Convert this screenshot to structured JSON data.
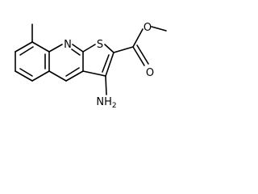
{
  "molecule": {
    "atoms": {
      "nitrogen_ring": "N",
      "sulfur": "S",
      "ester_oxygen": "O",
      "carbonyl_oxygen": "O",
      "amine_n": "NH",
      "amine_sub": "2"
    },
    "colors": {
      "bond": "#000000",
      "label": "#000000",
      "background": "#ffffff"
    }
  }
}
